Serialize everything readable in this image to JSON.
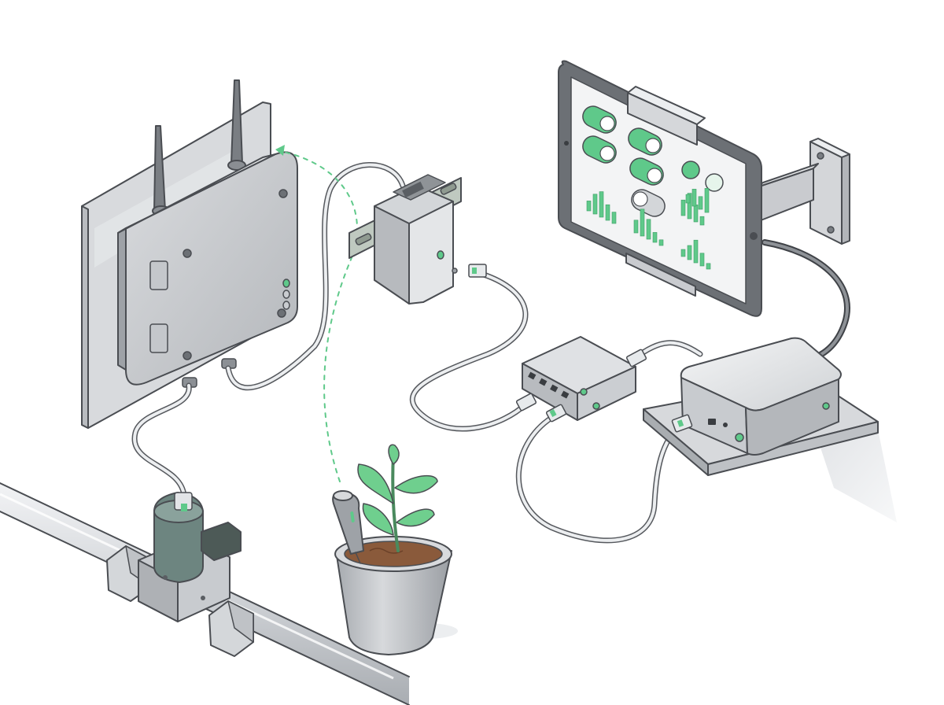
{
  "colors": {
    "accent": "#5fc98a",
    "accent_dark": "#3f9e66",
    "metal_light": "#e3e5e8",
    "metal_mid": "#c5c8cc",
    "metal_dark": "#9a9ea3",
    "outline": "#4a4d52",
    "valve": "#6d8580",
    "soil": "#8a5a3b",
    "leaf": "#6fcf8e"
  },
  "icons": [
    "controller-enclosure-icon",
    "antenna-icon",
    "din-rail-module-icon",
    "network-switch-icon",
    "mini-pc-icon",
    "wall-mounted-tablet-icon",
    "solenoid-valve-icon",
    "water-pipe-icon",
    "potted-plant-icon",
    "soil-moisture-sensor-icon",
    "ethernet-cable-icon",
    "wireless-signal-dashed-arrow-icon"
  ],
  "tablet": {
    "toggles": [
      {
        "state": "on"
      },
      {
        "state": "on"
      },
      {
        "state": "on"
      },
      {
        "state": "on"
      },
      {
        "state": "off"
      }
    ],
    "bar_groups": [
      {
        "bars": [
          0.35,
          0.7,
          0.9,
          0.55,
          0.4
        ]
      },
      {
        "bars": [
          0.45,
          0.95,
          0.7,
          0.35,
          0.2
        ]
      },
      {
        "bars": [
          0.55,
          0.9,
          0.6,
          0.3
        ]
      },
      {
        "bars": [
          0.25,
          0.5,
          0.8,
          0.45,
          0.2
        ]
      },
      {
        "bars": [
          0.3,
          0.6,
          0.45,
          0.85
        ]
      }
    ]
  }
}
